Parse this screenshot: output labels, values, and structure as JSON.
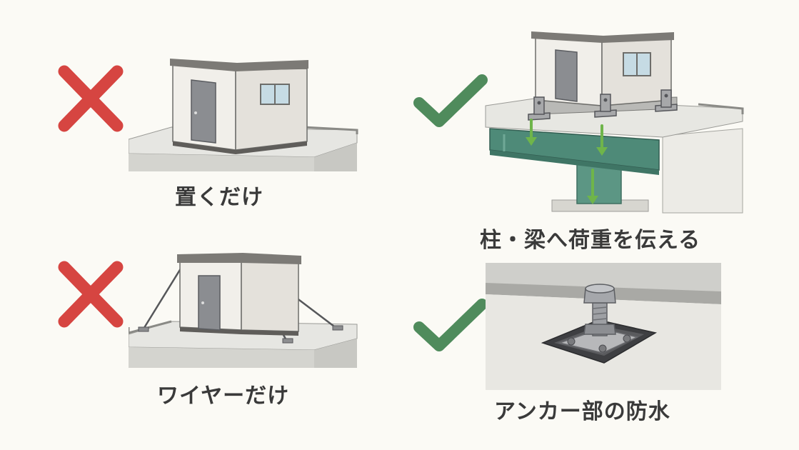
{
  "panels": {
    "top_left": {
      "verdict": "bad",
      "label": "置くだけ"
    },
    "top_right": {
      "verdict": "good",
      "label": "柱・梁へ荷重を伝える"
    },
    "bottom_left": {
      "verdict": "bad",
      "label": "ワイヤーだけ"
    },
    "bottom_right": {
      "verdict": "good",
      "label": "アンカー部の防水"
    }
  },
  "colors": {
    "bad_mark": "#d64541",
    "good_mark": "#4f8b5c",
    "load_arrow": "#6fb54a",
    "steel_beam": "#4e8a78",
    "caption_text": "#3a3a3a"
  },
  "icons": {
    "bad": "cross-mark-icon",
    "good": "check-mark-icon"
  }
}
